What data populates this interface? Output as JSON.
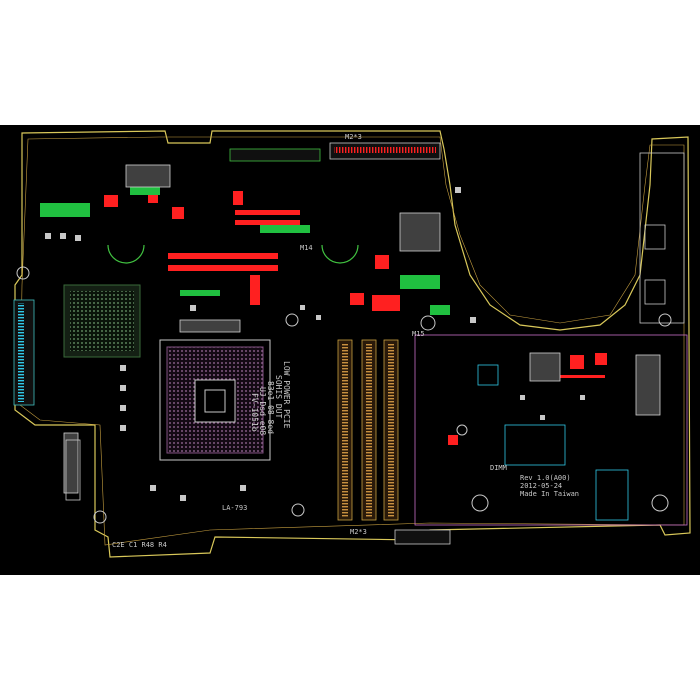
{
  "board": {
    "background": "#000000",
    "outline_color": "#d9c85a",
    "colors": {
      "trace_red": "#ff2020",
      "trace_green": "#20c040",
      "trace_magenta": "#d040d0",
      "trace_cyan": "#30c8e8",
      "silk_white": "#c8c8c8",
      "chip_fill": "#d0d0d0"
    }
  },
  "labels": {
    "top_connector": "M2*3",
    "m14": "M14",
    "m15": "M15",
    "bottom_connector": "M2*3",
    "la_ref": "LA-793",
    "footer_ref": "C2E  C1  R48 R4",
    "dimm_ref": "DIMM",
    "revision_block": {
      "line1": "Rev 1.0(A00)",
      "line2": "2012-05-24",
      "line3": "Made In Taiwan"
    },
    "vertical_text": [
      "LOW POWER PCIE",
      "SOHIS DUT",
      "83e1 08 8ed",
      "UJ Dsd e08",
      "FV-1051b"
    ]
  }
}
